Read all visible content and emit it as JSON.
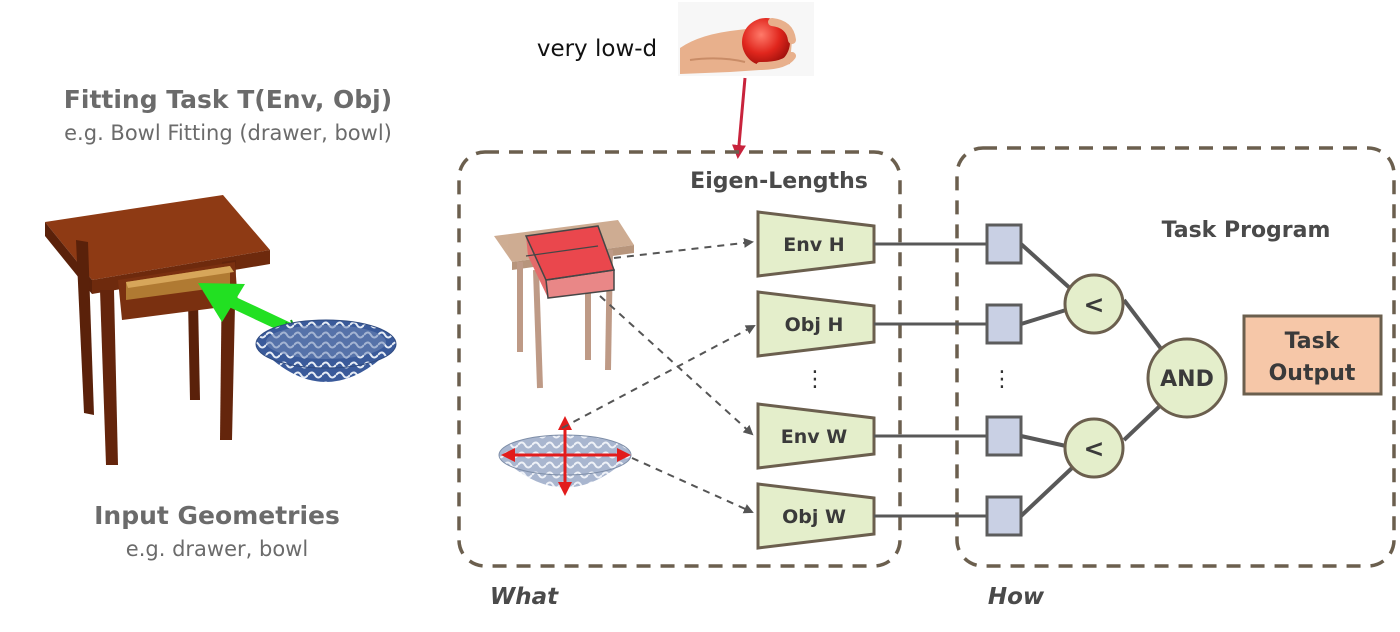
{
  "left_panel": {
    "title": "Fitting Task T(Env, Obj)",
    "subtitle": "e.g. Bowl Fitting (drawer, bowl)",
    "input_title": "Input Geometries",
    "input_subtitle": "e.g. drawer, bowl"
  },
  "top_label": "very low-d",
  "what_panel": {
    "title": "Eigen-Lengths",
    "footer": "What",
    "modules": [
      "Env H",
      "Obj H",
      "Env W",
      "Obj W"
    ],
    "ellipsis": "⋮"
  },
  "how_panel": {
    "title": "Task Program",
    "footer": "How",
    "ellipsis": "⋮",
    "ops": {
      "lt_top": "<",
      "lt_bottom": "<",
      "and": "AND"
    },
    "output": {
      "line1": "Task",
      "line2": "Output"
    }
  },
  "colors": {
    "panel_border": "#6b5f4e",
    "module_fill": "#e4eecb",
    "module_stroke": "#6b5f4e",
    "square_fill": "#c9d0e4",
    "op_fill": "#e4eecb",
    "output_fill": "#f6c7a8",
    "connector": "#585858",
    "arrow_red": "#c8233c",
    "arrow_green": "#22e022"
  },
  "icons": [
    "table-drawer-icon",
    "bowl-icon",
    "hand-ball-icon",
    "fit-arrow-icon",
    "table-highlight-icon",
    "bowl-measure-icon"
  ]
}
